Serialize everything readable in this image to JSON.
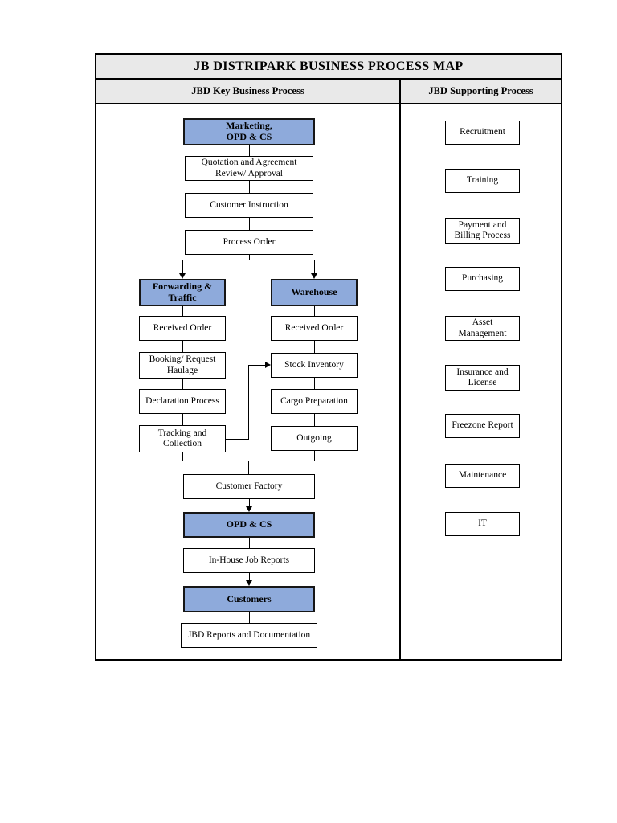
{
  "process_map": {
    "title": "JB DISTRIPARK BUSINESS PROCESS MAP",
    "columns": {
      "key": {
        "header": "JBD Key Business Process"
      },
      "supporting": {
        "header": "JBD Supporting Process"
      }
    },
    "colors": {
      "highlight_fill": "#8EAADB",
      "header_fill": "#E9E9E9",
      "border": "#000000",
      "page_background": "#FFFFFF"
    },
    "key_process": {
      "nodes": [
        {
          "label": "Marketing, OPD & CS",
          "lines": [
            "Marketing,",
            "OPD & CS"
          ],
          "style": "highlight"
        },
        {
          "label": "Quotation and Agreement Review/ Approval",
          "lines": [
            "Quotation and Agreement",
            "Review/ Approval"
          ],
          "style": "plain"
        },
        {
          "label": "Customer Instruction",
          "lines": [
            "Customer Instruction"
          ],
          "style": "plain"
        },
        {
          "label": "Process Order",
          "lines": [
            "Process Order"
          ],
          "style": "plain"
        },
        {
          "label": "Forwarding & Traffic",
          "lines": [
            "Forwarding &",
            "Traffic"
          ],
          "style": "highlight"
        },
        {
          "label": "Warehouse",
          "lines": [
            "Warehouse"
          ],
          "style": "highlight"
        },
        {
          "label": "Received Order",
          "lines": [
            "Received Order"
          ],
          "style": "plain"
        },
        {
          "label": "Received Order",
          "lines": [
            "Received Order"
          ],
          "style": "plain"
        },
        {
          "label": "Booking/ Request Haulage",
          "lines": [
            "Booking/ Request",
            "Haulage"
          ],
          "style": "plain"
        },
        {
          "label": "Stock Inventory",
          "lines": [
            "Stock Inventory"
          ],
          "style": "plain"
        },
        {
          "label": "Declaration Process",
          "lines": [
            "Declaration Process"
          ],
          "style": "plain"
        },
        {
          "label": "Cargo Preparation",
          "lines": [
            "Cargo Preparation"
          ],
          "style": "plain"
        },
        {
          "label": "Tracking and Collection",
          "lines": [
            "Tracking and",
            "Collection"
          ],
          "style": "plain"
        },
        {
          "label": "Outgoing",
          "lines": [
            "Outgoing"
          ],
          "style": "plain"
        },
        {
          "label": "Customer Factory",
          "lines": [
            "Customer Factory"
          ],
          "style": "plain"
        },
        {
          "label": "OPD & CS",
          "lines": [
            "OPD & CS"
          ],
          "style": "highlight"
        },
        {
          "label": "In-House Job Reports",
          "lines": [
            "In-House Job Reports"
          ],
          "style": "plain"
        },
        {
          "label": "Customers",
          "lines": [
            "Customers"
          ],
          "style": "highlight"
        },
        {
          "label": "JBD Reports and Documentation",
          "lines": [
            "JBD Reports and Documentation"
          ],
          "style": "plain"
        }
      ]
    },
    "supporting_process": {
      "nodes": [
        {
          "label": "Recruitment",
          "lines": [
            "Recruitment"
          ]
        },
        {
          "label": "Training",
          "lines": [
            "Training"
          ]
        },
        {
          "label": "Payment and Billing Process",
          "lines": [
            "Payment and",
            "Billing Process"
          ]
        },
        {
          "label": "Purchasing",
          "lines": [
            "Purchasing"
          ]
        },
        {
          "label": "Asset Management",
          "lines": [
            "Asset",
            "Management"
          ]
        },
        {
          "label": "Insurance and License",
          "lines": [
            "Insurance and",
            "License"
          ]
        },
        {
          "label": "Freezone Report",
          "lines": [
            "Freezone Report"
          ]
        },
        {
          "label": "Maintenance",
          "lines": [
            "Maintenance"
          ]
        },
        {
          "label": "IT",
          "lines": [
            "IT"
          ]
        }
      ]
    }
  }
}
